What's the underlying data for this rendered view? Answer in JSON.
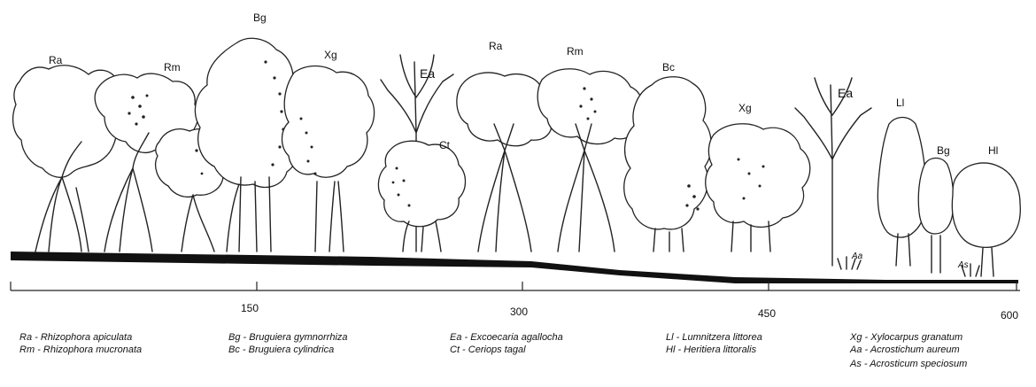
{
  "species_labels": [
    {
      "code": "Ra"
    },
    {
      "code": "Rm"
    },
    {
      "code": "Bg"
    },
    {
      "code": "Xg"
    },
    {
      "code": "Ea"
    },
    {
      "code": "Ct"
    },
    {
      "code": "Ra"
    },
    {
      "code": "Rm"
    },
    {
      "code": "Bc"
    },
    {
      "code": "Xg"
    },
    {
      "code": "Ea"
    },
    {
      "code": "Ll"
    },
    {
      "code": "Bg"
    },
    {
      "code": "Hl"
    },
    {
      "code": "Aa"
    },
    {
      "code": "As"
    }
  ],
  "axis": {
    "ticks": [
      "150",
      "300",
      "450",
      "600"
    ]
  },
  "legend": [
    [
      "Ra - Rhizophora apiculata",
      "Rm - Rhizophora mucronata"
    ],
    [
      "Bg - Bruguiera gymnorrhiza",
      "Bc - Bruguiera cylindrica"
    ],
    [
      "Ea - Excoecaria agallocha",
      "Ct - Ceriops tagal"
    ],
    [
      "Ll - Lumnitzera littorea",
      "Hl - Heritiera littoralis"
    ],
    [
      "Xg - Xylocarpus granatum",
      "Aa - Acrostichum aureum",
      "As - Acrosticum speciosum"
    ]
  ]
}
